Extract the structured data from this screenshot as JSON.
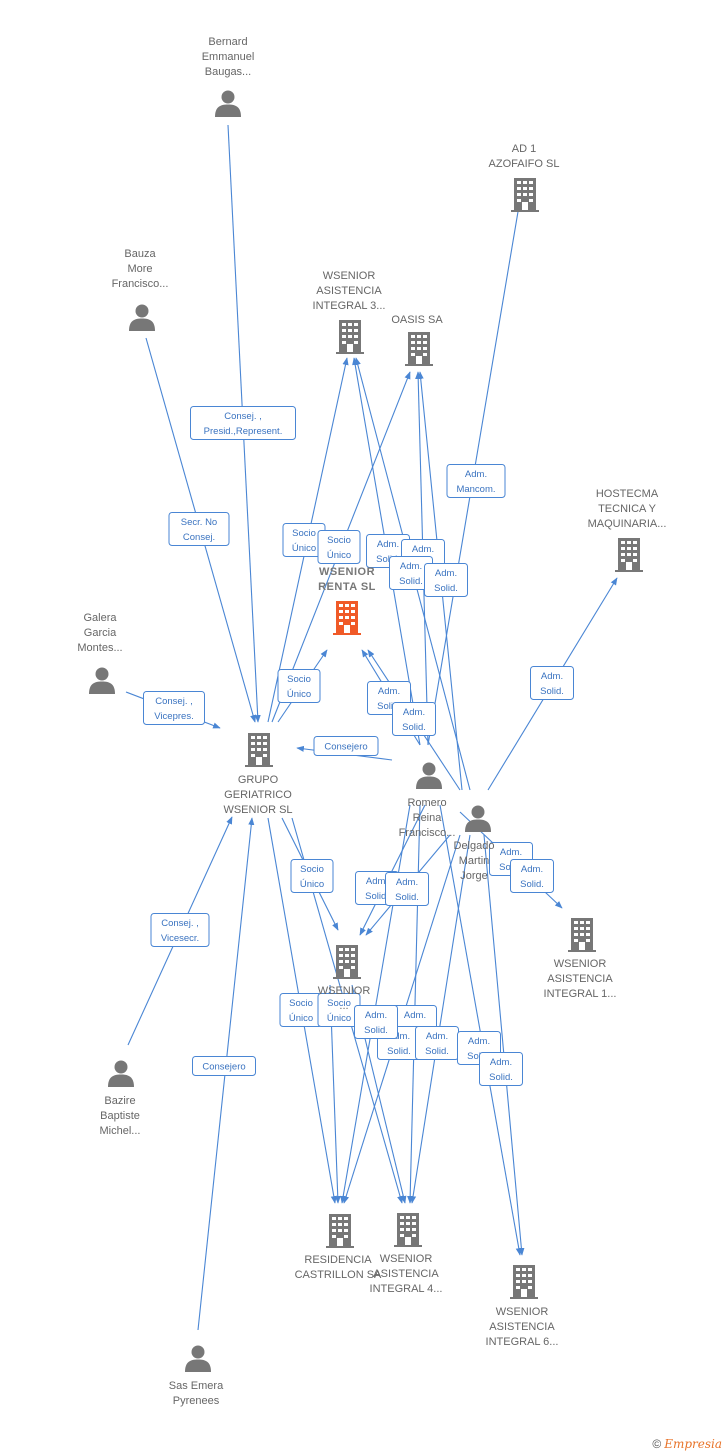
{
  "nodes": {
    "bernard": {
      "type": "person",
      "label": [
        "Bernard",
        "Emmanuel",
        "Baugas..."
      ]
    },
    "bauza": {
      "type": "person",
      "label": [
        "Bauza",
        "More",
        "Francisco..."
      ]
    },
    "galera": {
      "type": "person",
      "label": [
        "Galera",
        "Garcia",
        "Montes..."
      ]
    },
    "bazire": {
      "type": "person",
      "label": [
        "Bazire",
        "Baptiste",
        "Michel..."
      ]
    },
    "sas_emera": {
      "type": "person",
      "label": [
        "Sas Emera",
        "Pyrenees"
      ]
    },
    "romero": {
      "type": "person",
      "label": [
        "Romero",
        "Reina",
        "Francisco..."
      ]
    },
    "delgado": {
      "type": "person",
      "label": [
        "Delgado",
        "Martin",
        "Jorge"
      ]
    },
    "ad1": {
      "type": "company",
      "label": [
        "AD 1",
        "AZOFAIFO SL"
      ]
    },
    "wsenior3": {
      "type": "company",
      "label": [
        "WSENIOR",
        "ASISTENCIA",
        "INTEGRAL 3..."
      ]
    },
    "oasis": {
      "type": "company",
      "label": [
        "OASIS SA"
      ]
    },
    "wsenior_renta": {
      "type": "focus",
      "label": [
        "WSENIOR",
        "RENTA SL"
      ]
    },
    "hostecma": {
      "type": "company",
      "label": [
        "HOSTECMA",
        "TECNICA Y",
        "MAQUINARIA..."
      ]
    },
    "grupo": {
      "type": "company",
      "label": [
        "GRUPO",
        "GERIATRICO",
        "WSENIOR SL"
      ]
    },
    "wsenior1": {
      "type": "company",
      "label": [
        "WSENIOR",
        "ASISTENCIA",
        "INTEGRAL 1..."
      ]
    },
    "wsenior_mid": {
      "type": "company",
      "label": [
        "WSENIOR",
        "..."
      ]
    },
    "residencia": {
      "type": "company",
      "label": [
        "RESIDENCIA",
        "CASTRILLON SA"
      ]
    },
    "wsenior4": {
      "type": "company",
      "label": [
        "WSENIOR",
        "ASISTENCIA",
        "INTEGRAL 4..."
      ]
    },
    "wsenior6": {
      "type": "company",
      "label": [
        "WSENIOR",
        "ASISTENCIA",
        "INTEGRAL 6..."
      ]
    }
  },
  "edge_labels": [
    [
      "Consej. ,",
      "Presid.,Represent."
    ],
    [
      "Secr. No",
      "Consej."
    ],
    [
      "Consej. ,",
      "Vicepres."
    ],
    [
      "Consej. ,",
      "Vicesecr."
    ],
    [
      "Consejero"
    ],
    [
      "Consejero"
    ],
    [
      "Socio",
      "Único"
    ],
    [
      "Socio",
      "Único"
    ],
    [
      "Socio",
      "Único"
    ],
    [
      "Socio",
      "Único"
    ],
    [
      "Socio",
      "Único"
    ],
    [
      "Socio",
      "Único"
    ],
    [
      "Adm.",
      "Mancom."
    ],
    [
      "Adm.",
      "Solid."
    ],
    [
      "Adm.",
      "Solid."
    ],
    [
      "Adm.",
      "Solid."
    ],
    [
      "Adm.",
      "Solid."
    ],
    [
      "Adm.",
      "Solid."
    ],
    [
      "Adm.",
      "Solid."
    ],
    [
      "Adm.",
      "Solid."
    ],
    [
      "Adm.",
      "Solid."
    ],
    [
      "Adm.",
      "Solid."
    ],
    [
      "Adm.",
      "Solid."
    ],
    [
      "Adm.",
      "Solid."
    ],
    [
      "Adm.",
      "Solid."
    ],
    [
      "Adm.",
      "Solid."
    ],
    [
      "Adm.",
      "Solid."
    ],
    [
      "Adm.",
      "Solid."
    ],
    [
      "Adm.",
      "Solid."
    ],
    [
      "Adm.",
      "Solid."
    ],
    [
      "Adm.",
      "Solid."
    ]
  ],
  "footer": {
    "copyright": "©",
    "brand": "Empresia"
  },
  "colors": {
    "edge": "#4a86d4",
    "node": "#777777",
    "focus": "#f05a28"
  }
}
